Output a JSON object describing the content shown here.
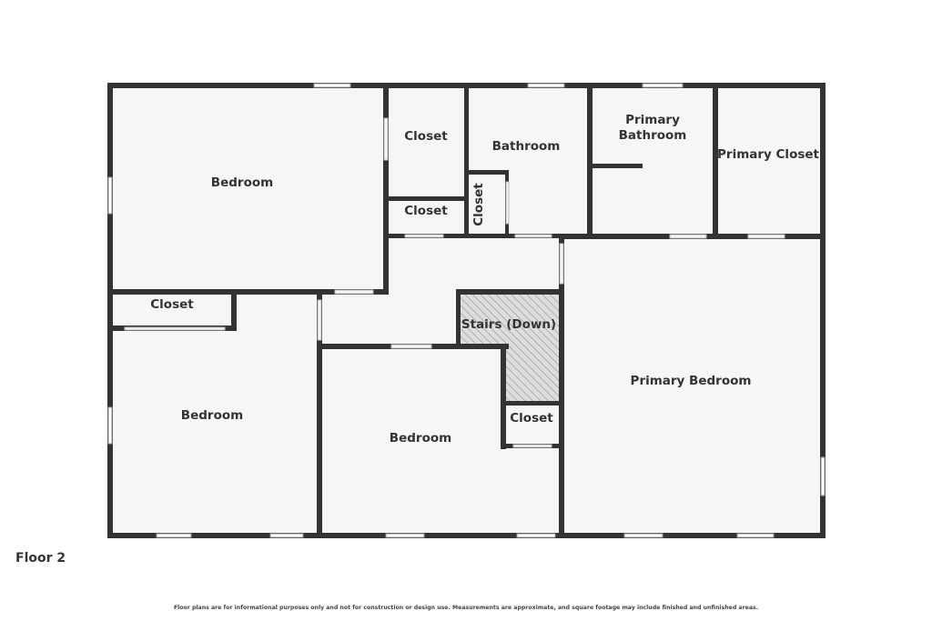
{
  "colors": {
    "wall": "#333333",
    "room_fill": "#f6f6f6",
    "stairs_fill": "#dddddd",
    "text": "#333333"
  },
  "rooms": {
    "bedroom_nw": "Bedroom",
    "closet_top": "Closet",
    "closet_small": "Closet",
    "closet_vertical": "Closet",
    "bathroom": "Bathroom",
    "primary_bathroom_line1": "Primary",
    "primary_bathroom_line2": "Bathroom",
    "primary_closet": "Primary Closet",
    "closet_sw": "Closet",
    "bedroom_sw": "Bedroom",
    "stairs": "Stairs (Down)",
    "closet_mid": "Closet",
    "bedroom_mid": "Bedroom",
    "primary_bedroom": "Primary Bedroom"
  },
  "floor_label": "Floor 2",
  "disclaimer": "Floor plans are for informational purposes only and not for construction or design use. Measurements are approximate, and square footage may include finished and unfinished areas."
}
